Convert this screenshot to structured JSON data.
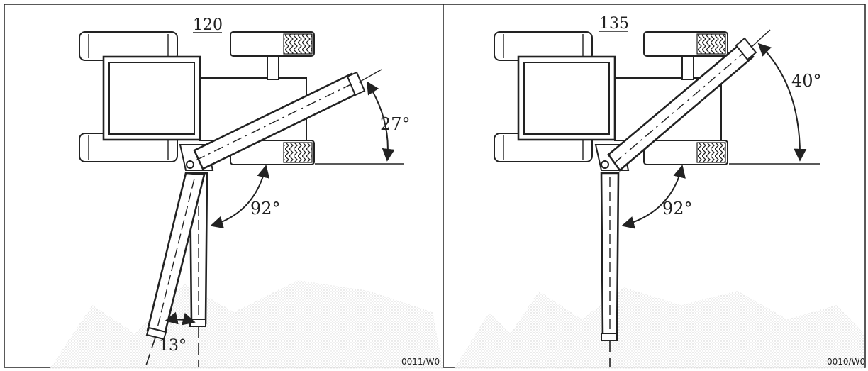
{
  "panels": [
    {
      "model": "120",
      "boom_angle": "27°",
      "hinge_angle": "92°",
      "offset_angle": "13°",
      "code": "0011/W0"
    },
    {
      "model": "135",
      "boom_angle": "40°",
      "hinge_angle": "92°",
      "code": "0010/W0"
    }
  ]
}
